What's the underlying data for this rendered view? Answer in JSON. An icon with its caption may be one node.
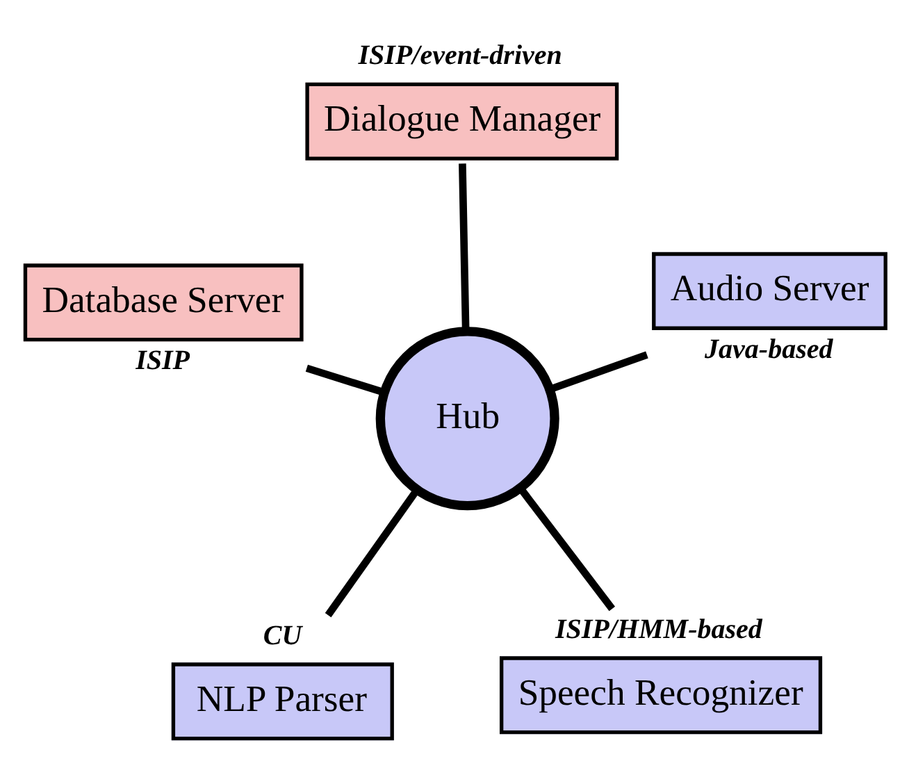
{
  "diagram": {
    "nodes": [
      {
        "text": [
          "NLP Parser"
        ],
        "beside": [
          "CU"
        ]
      },
      {
        "text": [
          "Speech Recognizer"
        ],
        "beside": [
          "ISIP/HMM-based"
        ]
      },
      {
        "text": [
          "Hub"
        ]
      },
      {
        "text": [
          "Dialogue Manager"
        ],
        "beside": [
          "ISIP/event-driven"
        ]
      },
      {
        "text": [
          "Audio Server"
        ],
        "beside": [
          "Java-based"
        ]
      },
      {
        "text": [
          "Database Server"
        ],
        "beside": [
          "ISIP"
        ]
      }
    ],
    "edges": [
      {
        "from": 2,
        "to": 0,
        "arrow": "none"
      },
      {
        "from": 2,
        "to": 1,
        "arrow": "none"
      },
      {
        "from": 2,
        "to": 3,
        "arrow": "none"
      },
      {
        "from": 2,
        "to": 4,
        "arrow": "none"
      },
      {
        "from": 2,
        "to": 5,
        "arrow": "none"
      }
    ]
  }
}
